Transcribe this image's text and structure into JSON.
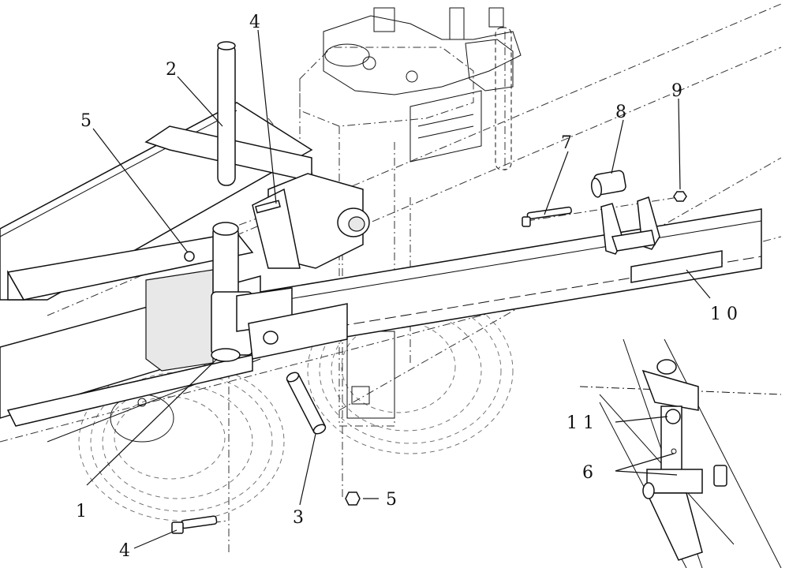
{
  "callouts": {
    "c1": "1",
    "c2": "2",
    "c3": "3",
    "c4a": "4",
    "c4b": "4",
    "c5a": "5",
    "c5b": "5",
    "c6": "6",
    "c7": "7",
    "c8": "8",
    "c9": "9",
    "c10": "1 0",
    "c11": "1 1"
  }
}
